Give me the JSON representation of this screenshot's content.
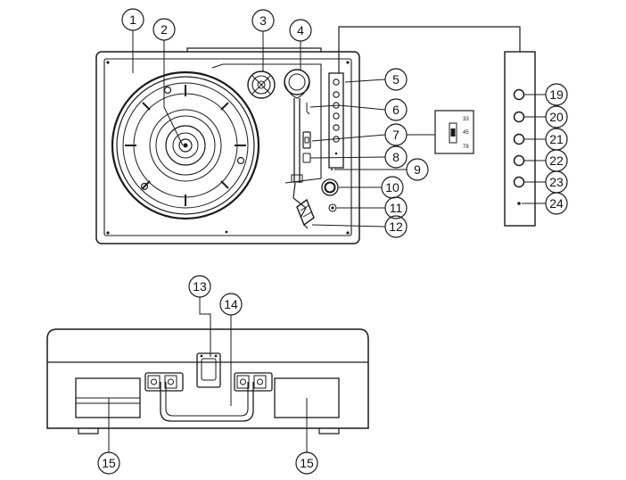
{
  "callouts": [
    {
      "id": "1",
      "label": "1"
    },
    {
      "id": "2",
      "label": "2"
    },
    {
      "id": "3",
      "label": "3"
    },
    {
      "id": "4",
      "label": "4"
    },
    {
      "id": "5",
      "label": "5"
    },
    {
      "id": "6",
      "label": "6"
    },
    {
      "id": "7",
      "label": "7"
    },
    {
      "id": "8",
      "label": "8"
    },
    {
      "id": "9",
      "label": "9"
    },
    {
      "id": "10",
      "label": "10"
    },
    {
      "id": "11",
      "label": "11"
    },
    {
      "id": "12",
      "label": "12"
    },
    {
      "id": "13",
      "label": "13"
    },
    {
      "id": "14",
      "label": "14"
    },
    {
      "id": "15a",
      "label": "15"
    },
    {
      "id": "15b",
      "label": "15"
    },
    {
      "id": "19",
      "label": "19"
    },
    {
      "id": "20",
      "label": "20"
    },
    {
      "id": "21",
      "label": "21"
    },
    {
      "id": "22",
      "label": "22"
    },
    {
      "id": "23",
      "label": "23"
    },
    {
      "id": "24",
      "label": "24"
    }
  ],
  "speed_selector": {
    "options": [
      "33",
      "45",
      "78"
    ]
  },
  "colors": {
    "line": "#1a1a1a",
    "background": "#ffffff"
  }
}
